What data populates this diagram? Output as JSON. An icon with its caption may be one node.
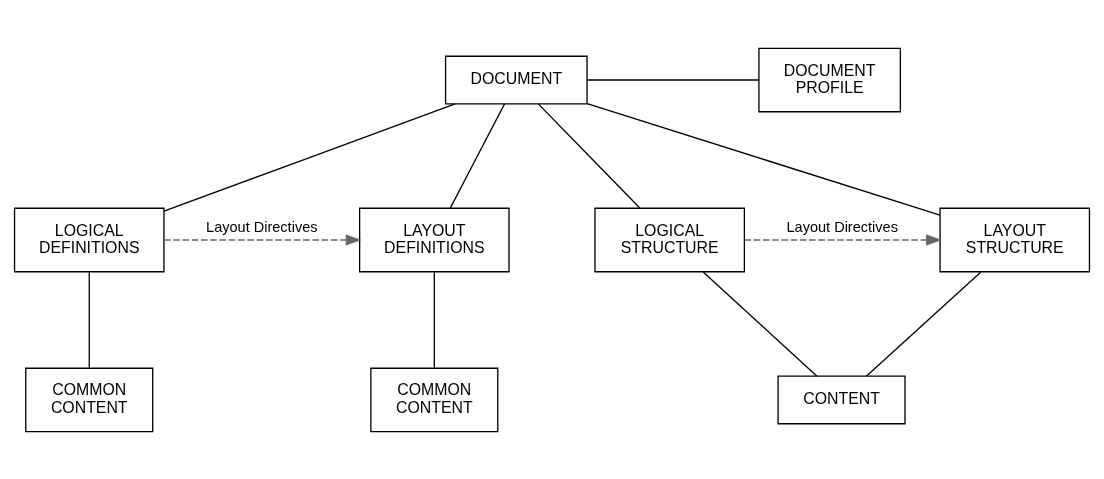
{
  "diagram": {
    "nodes": [
      {
        "text": [
          "DOCUMENT"
        ]
      },
      {
        "text": [
          "DOCUMENT PROFILE"
        ]
      },
      {
        "text": [
          "LOGICAL DEFINITIONS"
        ]
      },
      {
        "text": [
          "LAYOUT DEFINITIONS"
        ]
      },
      {
        "text": [
          "LOGICAL STRUCTURE"
        ]
      },
      {
        "text": [
          "LAYOUT STRUCTURE"
        ]
      },
      {
        "text": [
          "COMMON CONTENT"
        ]
      },
      {
        "text": [
          "COMMON CONTENT"
        ]
      },
      {
        "text": [
          "CONTENT"
        ]
      }
    ],
    "edges": [
      {
        "from": 0,
        "to": 1,
        "arrow": "none"
      },
      {
        "from": 0,
        "to": 2,
        "arrow": "none"
      },
      {
        "from": 0,
        "to": 3,
        "arrow": "none"
      },
      {
        "from": 0,
        "to": 4,
        "arrow": "none"
      },
      {
        "from": 0,
        "to": 5,
        "arrow": "none"
      },
      {
        "from": 2,
        "to": 3,
        "arrow": "to",
        "label": "Layout Directives",
        "style": "dashed",
        "color": "#666666"
      },
      {
        "from": 4,
        "to": 5,
        "arrow": "to",
        "label": "Layout Directives",
        "style": "dashed",
        "color": "#666666"
      },
      {
        "from": 2,
        "to": 6,
        "arrow": "none"
      },
      {
        "from": 3,
        "to": 7,
        "arrow": "none"
      },
      {
        "from": 4,
        "to": 8,
        "arrow": "none"
      },
      {
        "from": 5,
        "to": 8,
        "arrow": "none"
      }
    ]
  }
}
